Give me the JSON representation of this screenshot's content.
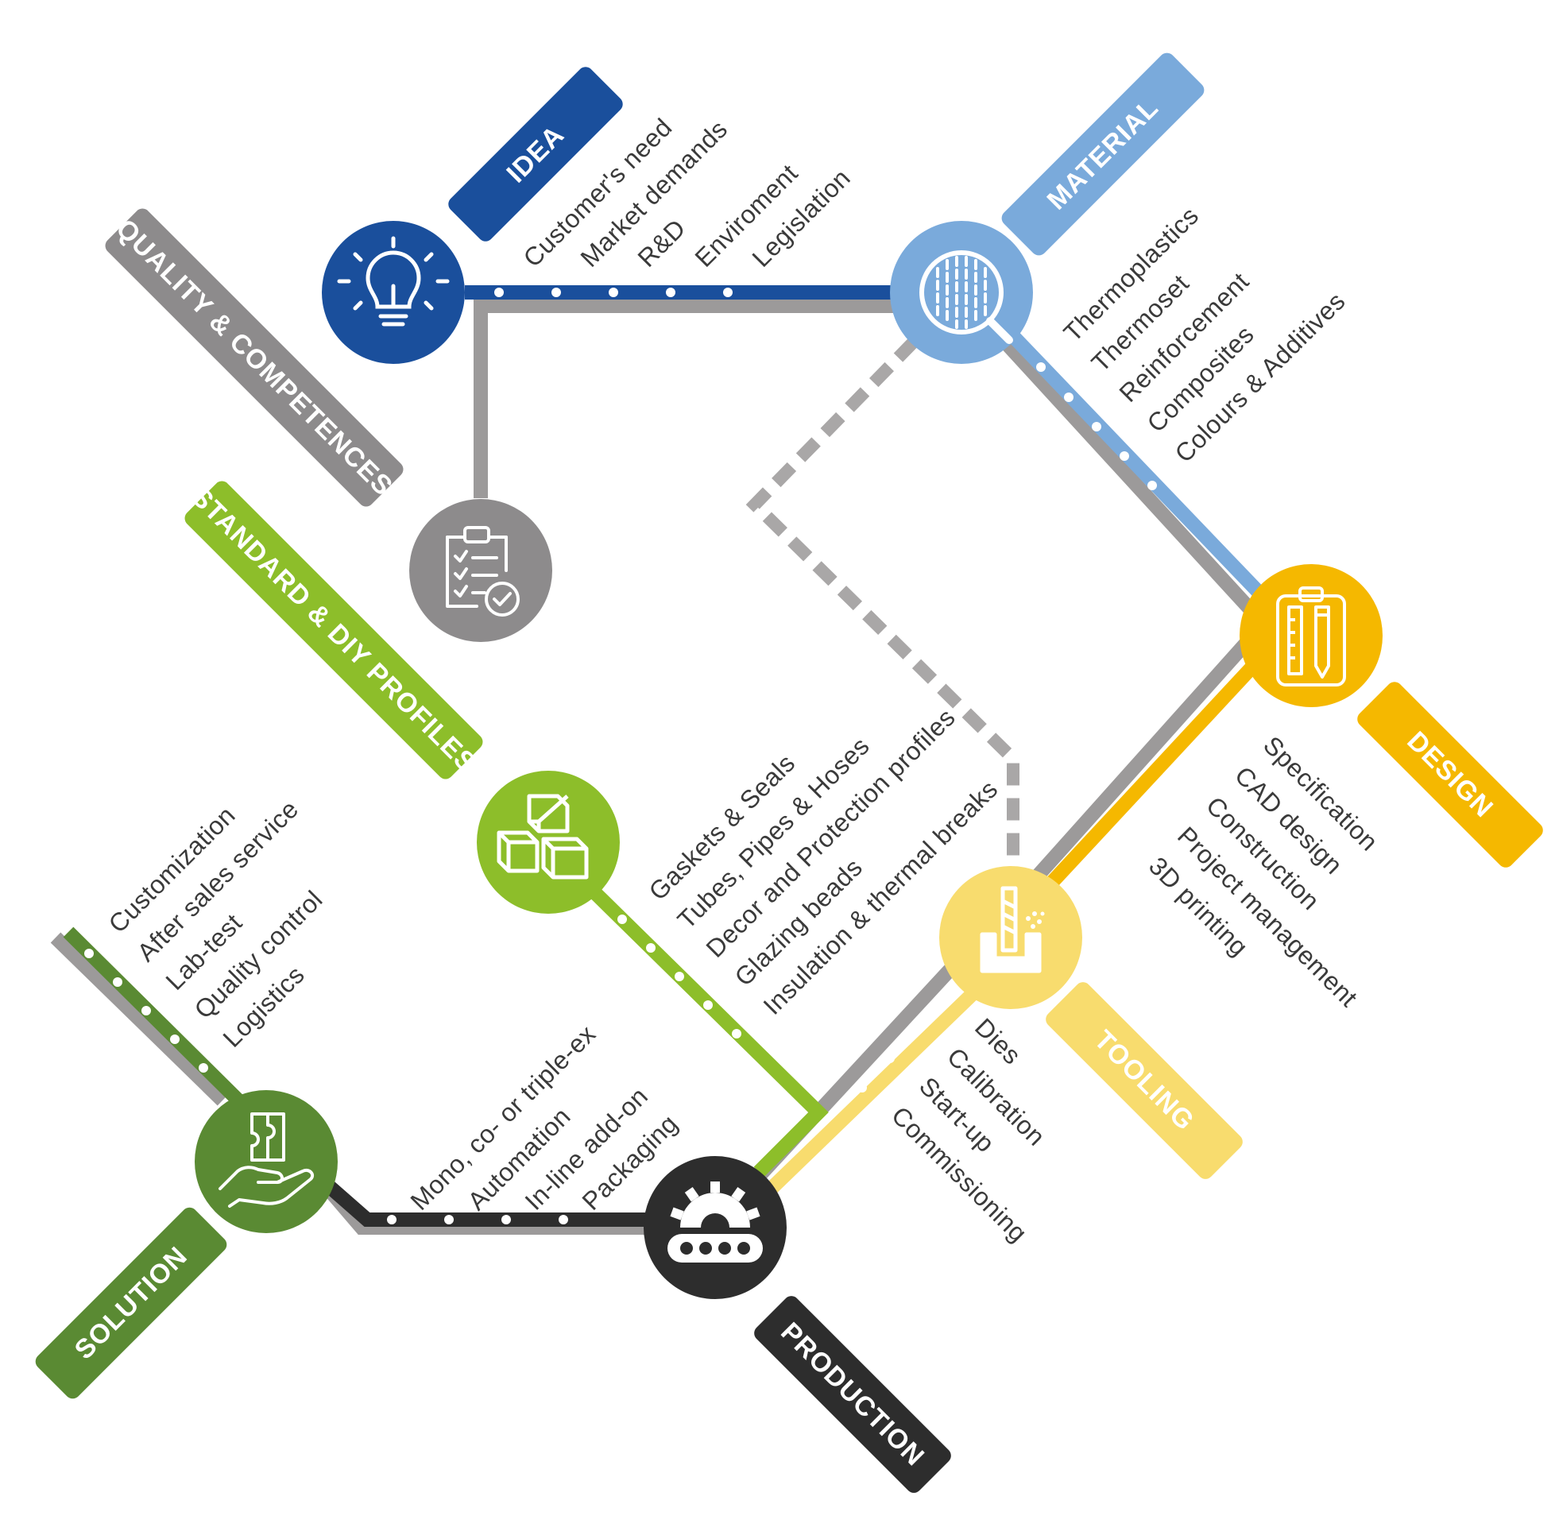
{
  "colors": {
    "idea": "#1a4f9c",
    "material": "#7aaadb",
    "quality": "#8d8b8c",
    "design": "#f5b800",
    "tooling": "#f8dc6e",
    "standard": "#8dbe2a",
    "production": "#2d2d2d",
    "solution": "#5a8a33",
    "grey_line": "#9c9a9a",
    "text": "#3a3a3a"
  },
  "stations": {
    "idea": {
      "label": "IDEA",
      "icon": "lightbulb-icon",
      "items": [
        "Customer's need",
        "Market demands",
        "R&D",
        "Enviroment",
        "Legislation"
      ]
    },
    "material": {
      "label": "MATERIAL",
      "icon": "material-magnifier-icon",
      "items": [
        "Thermoplastics",
        "Thermoset",
        "Reinforcement",
        "Composites",
        "Colours & Additives"
      ]
    },
    "quality": {
      "label": "QUALITY & COMPETENCES",
      "icon": "checklist-clipboard-icon",
      "items": []
    },
    "standard": {
      "label": "STANDARD & DIY PROFILES",
      "icon": "cubes-icon",
      "items": [
        "Gaskets & Seals",
        "Tubes, Pipes & Hoses",
        "Decor and Protection profiles",
        "Glazing beads",
        "Insulation & thermal breaks"
      ]
    },
    "design": {
      "label": "DESIGN",
      "icon": "design-clipboard-pencil-icon",
      "items": [
        "Specification",
        "CAD design",
        "Construction",
        "Project management",
        "3D printing"
      ]
    },
    "tooling": {
      "label": "TOOLING",
      "icon": "die-tool-icon",
      "items": [
        "Dies",
        "Calibration",
        "Start-up",
        "Commissioning"
      ]
    },
    "production": {
      "label": "PRODUCTION",
      "icon": "conveyor-gear-icon",
      "items": [
        "Mono, co- or triple-ex",
        "Automation",
        "In-line add-on",
        "Packaging"
      ]
    },
    "solution": {
      "label": "SOLUTION",
      "icon": "hand-puzzle-icon",
      "items": [
        "Customization",
        "After sales service",
        "Lab-test",
        "Quality control",
        "Logistics"
      ]
    }
  }
}
